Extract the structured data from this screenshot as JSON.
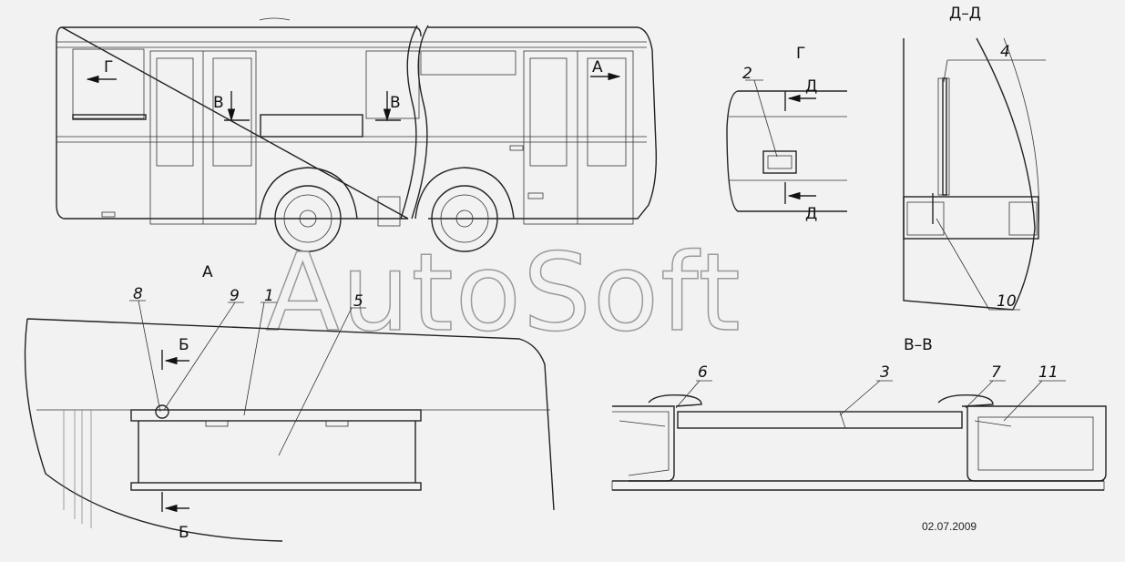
{
  "watermark": "AutoSoft",
  "date": "02.07.2009",
  "views": {
    "detail_a": "А",
    "view_g": "Г",
    "section_dd": "Д–Д",
    "section_vv": "В–В"
  },
  "section_marks": {
    "g": "Г",
    "a": "А",
    "v": "В",
    "d": "Д",
    "b": "Б"
  },
  "callouts": [
    "1",
    "2",
    "3",
    "4",
    "5",
    "6",
    "7",
    "8",
    "9",
    "10",
    "11"
  ]
}
